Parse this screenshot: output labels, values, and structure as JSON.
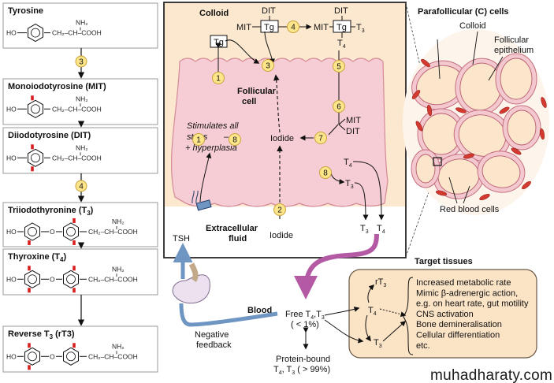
{
  "colors": {
    "colloid": "#fbe8cf",
    "cell": "#f6cdd4",
    "cell_edge": "#d48a98",
    "iodine_mark": "#d92020",
    "step_circle": "#fde58a",
    "step_edge": "#c9a23a",
    "target_box": "#fbe3c6",
    "purple_arrow": "#b45aa5",
    "blue_arrow": "#6f96c3",
    "rbc": "#d43a30"
  },
  "molecules": [
    {
      "name": "Tyrosine",
      "sub": "",
      "suffix": "",
      "type": "mono",
      "iodine": []
    },
    {
      "name": "Monoiodotyrosine (MIT)",
      "sub": "",
      "suffix": "",
      "type": "mono",
      "iodine": [
        1
      ]
    },
    {
      "name": "Diiodotyrosine (DIT)",
      "sub": "",
      "suffix": "",
      "type": "mono",
      "iodine": [
        1,
        2
      ]
    },
    {
      "name": "Triiodothyronine (T",
      "sub": "3",
      "suffix": ")",
      "type": "di",
      "iodine": [
        2,
        3,
        4
      ]
    },
    {
      "name": "Thyroxine (T",
      "sub": "4",
      "suffix": ")",
      "type": "di",
      "iodine": [
        1,
        2,
        3,
        4
      ]
    },
    {
      "name": "Reverse T",
      "sub": "3",
      "suffix": " (rT3)",
      "type": "di",
      "iodine": [
        1,
        2,
        3
      ]
    }
  ],
  "chem": {
    "ho": "HO",
    "o": "O",
    "chain": "CH₂–CH–COOH",
    "nh2": "NH₂"
  },
  "left_steps": [
    "3",
    "4"
  ],
  "cell": {
    "colloid": "Colloid",
    "follicular_cell": "Follicular",
    "follicular_cell2": "cell",
    "extracellular": "Extracellular",
    "extracellular2": "fluid",
    "tg": "Tg",
    "mit": "MIT",
    "dit": "DIT",
    "t3": "T",
    "t4": "T",
    "iodide": "Iodide",
    "stimulates_1": "Stimulates all",
    "stimulates_2": "steps",
    "stimulates_3": "+ hyperplasia",
    "dash": "–",
    "tsh": "TSH"
  },
  "steps": [
    "1",
    "2",
    "3",
    "4",
    "5",
    "6",
    "7",
    "8"
  ],
  "histology": {
    "title": "Parafollicular (C) cells",
    "colloid": "Colloid",
    "epithelium_1": "Follicular",
    "epithelium_2": "epithelium",
    "rbc": "Red blood cells"
  },
  "bottom": {
    "blood": "Blood",
    "free": "Free T",
    "free_sub1": "4",
    "free_sep": ",T",
    "free_sub2": "3",
    "free_pct": "( < 1%)",
    "protein_1": "Protein-bound",
    "protein_2": "T",
    "protein_2b": ", T",
    "protein_2c": " ( > 99%)",
    "negative_1": "Negative",
    "negative_2": "feedback",
    "target_title": "Target tissues",
    "rt3": "rT",
    "t4": "T",
    "t3": "T",
    "effects": [
      "Increased metabolic rate",
      "Mimic β-adrenergic action,",
      "e.g. on heart rate, gut motility",
      "CNS activation",
      "Bone demineralisation",
      "Cellular differentiation",
      "etc."
    ]
  },
  "watermark": "muhadharaty.com"
}
